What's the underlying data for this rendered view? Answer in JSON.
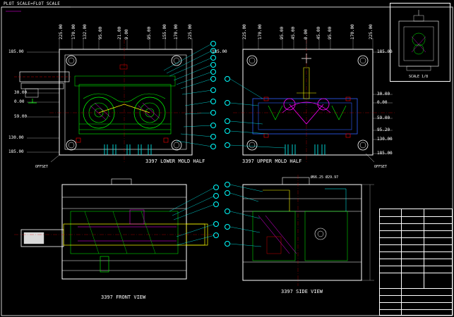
{
  "app": {
    "plot_tag": "PLOT SCALE=FLOT SCALE"
  },
  "views": {
    "lower_mold_half": "3397 LOWER MOLD HALF",
    "upper_mold_half": "3397 UPPER MOLD HALF",
    "front_view": "3397 FRONT VIEW",
    "side_view": "3397 SIDE VIEW",
    "scale_inset": "SCALE 1/8"
  },
  "annotations": {
    "offset_left": "OFFSET",
    "offset_right": "OFFSET",
    "side_callout": "Ø66.25 Ø29.97"
  },
  "lower_half": {
    "top_dims": [
      "225.00",
      "170.00",
      "132.00",
      "95.00",
      "21.00",
      "9.00",
      "95.00",
      "155.00",
      "170.00",
      "225.00"
    ],
    "left_dims": [
      "185.00",
      "30.00",
      "0.00",
      "59.00",
      "130.00",
      "185.00"
    ]
  },
  "upper_half": {
    "top_dims": [
      "225.00",
      "170.00",
      "95.00",
      "45.00",
      "0.00",
      "45.00",
      "95.00",
      "170.00",
      "225.00"
    ],
    "left_dims": [
      "185.00"
    ],
    "right_dims": [
      "185.00",
      "30.00",
      "0.00",
      "59.00",
      "95.20",
      "130.00",
      "185.00"
    ]
  },
  "title_block": {
    "rows": [
      [
        "",
        "",
        ""
      ],
      [
        "",
        "",
        ""
      ],
      [
        "",
        "",
        ""
      ],
      [
        "",
        "",
        ""
      ],
      [
        "",
        "",
        ""
      ]
    ]
  },
  "colors": {
    "background": "#000000",
    "line_white": "#ffffff",
    "line_green": "#00ff00",
    "line_cyan": "#00ffff",
    "line_magenta": "#ff00ff",
    "line_yellow": "#ffff00",
    "line_red": "#ff0000",
    "line_blue": "#3060ff"
  }
}
